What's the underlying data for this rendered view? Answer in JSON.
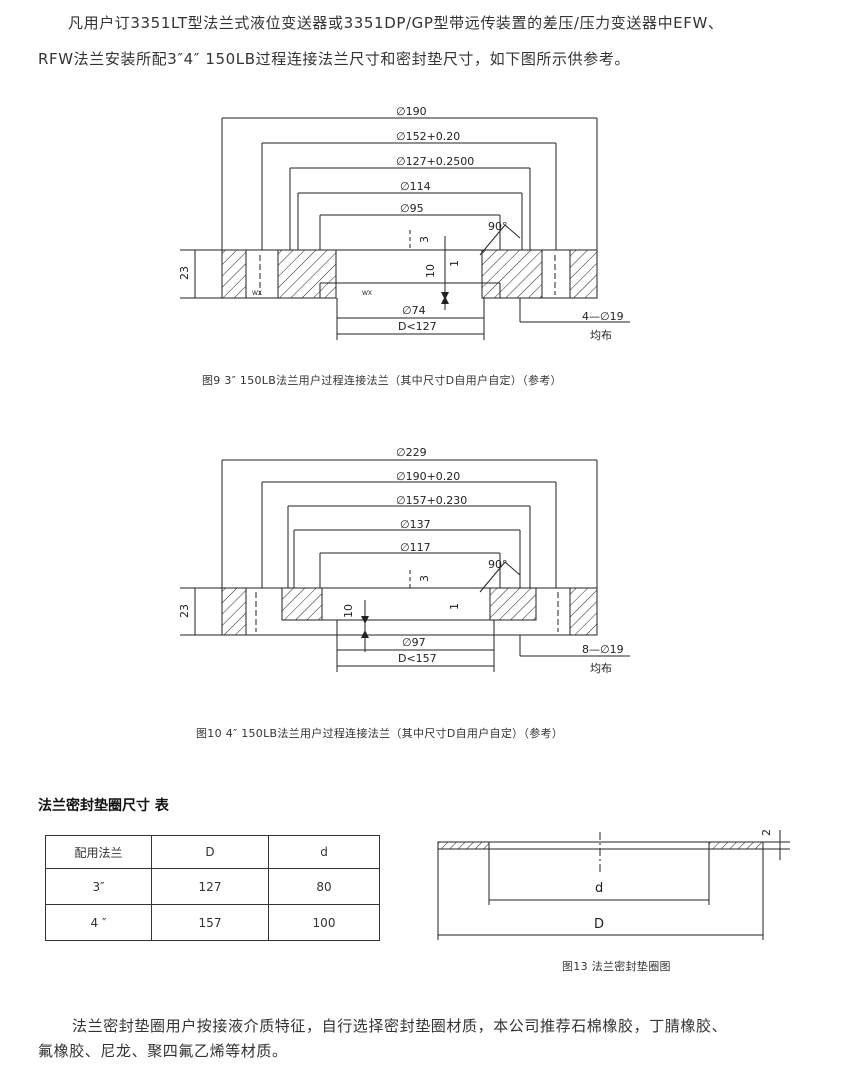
{
  "intro": {
    "line1": "凡用户订3351LT型法兰式液位变送器或3351DP/GP型带远传装置的差压/压力变送器中EFW、",
    "line2": "RFW法兰安装所配3″4″  150LB过程连接法兰尺寸和密封垫尺寸，如下图所示供参考。"
  },
  "figure9": {
    "dims": [
      "∅190",
      "∅152+0.20",
      "∅127+0.2500",
      "∅114",
      "∅95",
      "∅74",
      "D<127"
    ],
    "angle": "90°",
    "thickness": "23",
    "small_dims": [
      "3",
      "10",
      "1"
    ],
    "holes": "4—∅19",
    "holes_note": "均布",
    "marks": [
      "WX",
      "WX"
    ],
    "caption": "图9 3″  150LB法兰用户过程连接法兰（其中尺寸D自用户自定）（参考）"
  },
  "figure10": {
    "dims": [
      "∅229",
      "∅190+0.20",
      "∅157+0.230",
      "∅137",
      "∅117",
      "∅97",
      "D<157"
    ],
    "angle": "90°",
    "thickness": "23",
    "small_dims": [
      "3",
      "10",
      "1"
    ],
    "holes": "8—∅19",
    "holes_note": "均布",
    "caption": "图10  4″  150LB法兰用户过程连接法兰（其中尺寸D自用户自定）（参考）"
  },
  "gasket_section": {
    "heading": "法兰密封垫圈尺寸  表",
    "table": {
      "headers": [
        "配用法兰",
        "D",
        "d"
      ],
      "rows": [
        [
          "3″",
          "127",
          "80"
        ],
        [
          "4 ″",
          "157",
          "100"
        ]
      ]
    },
    "figure13": {
      "label_d": "d",
      "label_D": "D",
      "thickness": "2",
      "caption": "图13 法兰密封垫圈图"
    }
  },
  "footer": {
    "line1": "法兰密封垫圈用户按接液介质特征，自行选择密封垫圈材质，本公司推荐石棉橡胶，丁腈橡胶、",
    "line2": "氟橡胶、尼龙、聚四氟乙烯等材质。"
  }
}
